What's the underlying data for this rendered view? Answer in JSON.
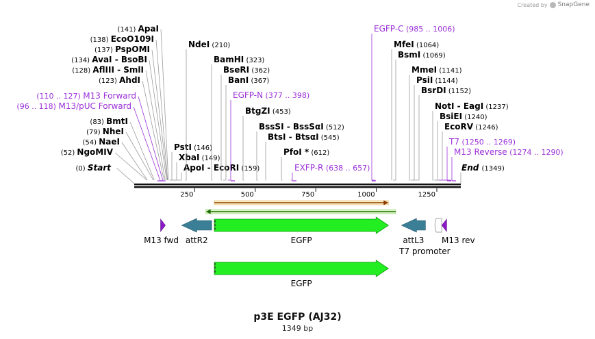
{
  "header": {
    "credit_prefix": "Created by",
    "credit_brand": "SnapGene"
  },
  "map": {
    "title": "p3E EGFP (AJ32)",
    "length_label": "1349 bp",
    "total_bp": 1349,
    "colors": {
      "enzyme": "#000000",
      "primer": "#9b30d9",
      "leader": "#9a9a9a",
      "egfp": "#22ee22",
      "att": "#3a7f96",
      "orf": "#f0a020",
      "orf_rev": "#22cc22"
    },
    "ticks": [
      {
        "bp": 250,
        "label": "250"
      },
      {
        "bp": 500,
        "label": "500"
      },
      {
        "bp": 750,
        "label": "750"
      },
      {
        "bp": 1000,
        "label": "1000"
      },
      {
        "bp": 1250,
        "label": "1250"
      }
    ],
    "labels": [
      {
        "name": "Start",
        "pos": "(0)",
        "bp": 0,
        "kind": "end"
      },
      {
        "name": "NgoMIV",
        "pos": "(52)",
        "bp": 52,
        "kind": "enzyme"
      },
      {
        "name": "NaeI",
        "pos": "(54)",
        "bp": 54,
        "kind": "enzyme"
      },
      {
        "name": "NheI",
        "pos": "(79)",
        "bp": 79,
        "kind": "enzyme"
      },
      {
        "name": "BmtI",
        "pos": "(83)",
        "bp": 83,
        "kind": "enzyme"
      },
      {
        "name": "M13/pUC Forward",
        "pos": "(96 .. 118)",
        "bp": 107,
        "kind": "primer"
      },
      {
        "name": "M13 Forward",
        "pos": "(110 .. 127)",
        "bp": 118,
        "kind": "primer"
      },
      {
        "name": "AhdI",
        "pos": "(123)",
        "bp": 123,
        "kind": "enzyme"
      },
      {
        "name": "AflIII - SmlI",
        "pos": "(128)",
        "bp": 128,
        "kind": "enzyme"
      },
      {
        "name": "AvaI - BsoBI",
        "pos": "(134)",
        "bp": 134,
        "kind": "enzyme"
      },
      {
        "name": "PspOMI",
        "pos": "(137)",
        "bp": 137,
        "kind": "enzyme"
      },
      {
        "name": "EcoO109I",
        "pos": "(138)",
        "bp": 138,
        "kind": "enzyme"
      },
      {
        "name": "ApaI",
        "pos": "(141)",
        "bp": 141,
        "kind": "enzyme"
      },
      {
        "name": "PstI",
        "pos": "(146)",
        "bp": 146,
        "kind": "enzyme"
      },
      {
        "name": "XbaI",
        "pos": "(149)",
        "bp": 149,
        "kind": "enzyme"
      },
      {
        "name": "ApoI - EcoRI",
        "pos": "(159)",
        "bp": 159,
        "kind": "enzyme"
      },
      {
        "name": "NdeI",
        "pos": "(210)",
        "bp": 210,
        "kind": "enzyme"
      },
      {
        "name": "BamHI",
        "pos": "(323)",
        "bp": 323,
        "kind": "enzyme"
      },
      {
        "name": "BseRI",
        "pos": "(362)",
        "bp": 362,
        "kind": "enzyme"
      },
      {
        "name": "BanI",
        "pos": "(367)",
        "bp": 367,
        "kind": "enzyme"
      },
      {
        "name": "EGFP-N",
        "pos": "(377 .. 398)",
        "bp": 387,
        "kind": "primer"
      },
      {
        "name": "BtgZI",
        "pos": "(453)",
        "bp": 453,
        "kind": "enzyme"
      },
      {
        "name": "BssSI - BssSαI",
        "pos": "(512)",
        "bp": 512,
        "kind": "enzyme"
      },
      {
        "name": "BtsI - BtsαI",
        "pos": "(545)",
        "bp": 545,
        "kind": "enzyme"
      },
      {
        "name": "PfoI *",
        "pos": "(612)",
        "bp": 612,
        "kind": "enzyme"
      },
      {
        "name": "EXFP-R",
        "pos": "(638 .. 657)",
        "bp": 647,
        "kind": "primer"
      },
      {
        "name": "EGFP-C",
        "pos": "(985 .. 1006)",
        "bp": 995,
        "kind": "primer"
      },
      {
        "name": "MfeI",
        "pos": "(1064)",
        "bp": 1064,
        "kind": "enzyme"
      },
      {
        "name": "BsmI",
        "pos": "(1069)",
        "bp": 1069,
        "kind": "enzyme"
      },
      {
        "name": "MmeI",
        "pos": "(1141)",
        "bp": 1141,
        "kind": "enzyme"
      },
      {
        "name": "PsiI",
        "pos": "(1144)",
        "bp": 1144,
        "kind": "enzyme"
      },
      {
        "name": "BsrDI",
        "pos": "(1152)",
        "bp": 1152,
        "kind": "enzyme"
      },
      {
        "name": "NotI - EagI",
        "pos": "(1237)",
        "bp": 1237,
        "kind": "enzyme"
      },
      {
        "name": "BsiEI",
        "pos": "(1240)",
        "bp": 1240,
        "kind": "enzyme"
      },
      {
        "name": "EcoRV",
        "pos": "(1246)",
        "bp": 1246,
        "kind": "enzyme"
      },
      {
        "name": "T7",
        "pos": "(1250 .. 1269)",
        "bp": 1259,
        "kind": "primer"
      },
      {
        "name": "M13 Reverse",
        "pos": "(1274 .. 1290)",
        "bp": 1282,
        "kind": "primer"
      },
      {
        "name": "End",
        "pos": "(1349)",
        "bp": 1349,
        "kind": "end"
      }
    ],
    "features": [
      {
        "name": "M13 fwd",
        "kind": "primer_bind",
        "start": 109,
        "end": 126,
        "dir": "fwd"
      },
      {
        "name": "attR2",
        "kind": "att",
        "start": 196,
        "end": 320,
        "dir": "rev"
      },
      {
        "name": "EGFP",
        "kind": "cds",
        "start": 331,
        "end": 1050,
        "dir": "fwd"
      },
      {
        "name": "attL3",
        "kind": "att",
        "start": 1104,
        "end": 1203,
        "dir": "rev"
      },
      {
        "name": "T7 promoter",
        "kind": "promoter",
        "start": 1250,
        "end": 1268,
        "dir": "rev"
      },
      {
        "name": "M13 rev",
        "kind": "primer_bind",
        "start": 1274,
        "end": 1290,
        "dir": "rev"
      }
    ],
    "orfs": [
      {
        "start": 331,
        "end": 1050,
        "dir": "fwd"
      },
      {
        "start": 296,
        "end": 1080,
        "dir": "rev"
      }
    ],
    "translation": {
      "name": "EGFP",
      "start": 331,
      "end": 1050,
      "dir": "fwd"
    }
  }
}
